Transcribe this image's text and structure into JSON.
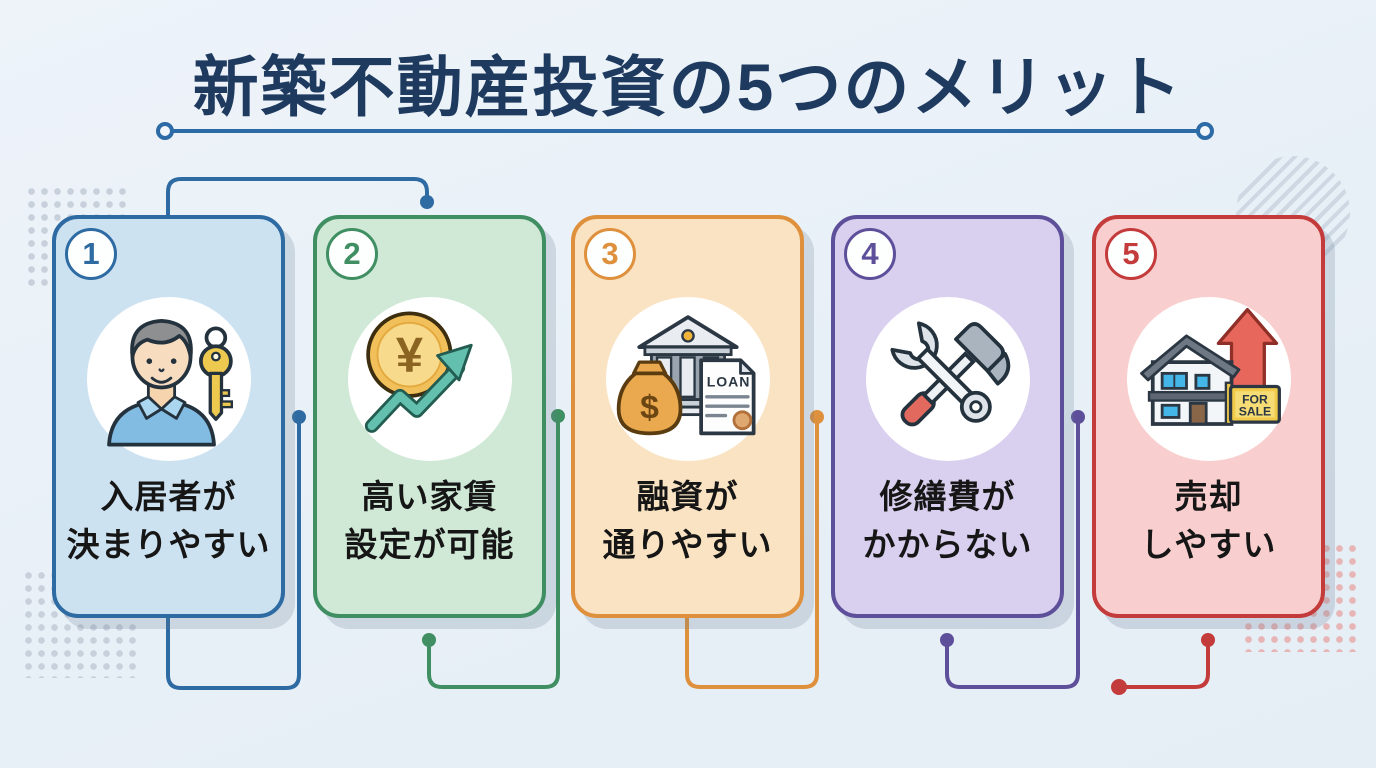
{
  "page": {
    "kind": "infographic",
    "background_color": "#eaf1f8"
  },
  "title": {
    "text": "新築不動産投資の5つのメリット",
    "color": "#1e3a5f",
    "underline_color": "#2c6ba5"
  },
  "cards": [
    {
      "number": "1",
      "label_line1": "入居者が",
      "label_line2": "決まりやすい",
      "icon": "tenant-with-key",
      "accent": "#2e6ba3",
      "fill": "#cde2f1"
    },
    {
      "number": "2",
      "label_line1": "高い家賃",
      "label_line2": "設定が可能",
      "icon": "yen-coin-rising-arrow",
      "accent": "#3f8f63",
      "fill": "#cfe9d6",
      "coin_symbol": "¥"
    },
    {
      "number": "3",
      "label_line1": "融資が",
      "label_line2": "通りやすい",
      "icon": "bank-money-bag-loan-document",
      "accent": "#de903c",
      "fill": "#fae3c2",
      "bag_symbol": "$",
      "document_label": "LOAN"
    },
    {
      "number": "4",
      "label_line1": "修繕費が",
      "label_line2": "かからない",
      "icon": "wrench-and-hammer",
      "accent": "#5e4f9b",
      "fill": "#d9cfee"
    },
    {
      "number": "5",
      "label_line1": "売却",
      "label_line2": "しやすい",
      "icon": "house-for-sale-rising-arrow",
      "accent": "#c43b3b",
      "fill": "#f8cfce",
      "sign_line1": "FOR",
      "sign_line2": "SALE"
    }
  ],
  "connectors": {
    "card1_to_card2_top": "#2e6ba3",
    "card1_bottom_loop": "#2e6ba3",
    "card2_bottom_loop": "#3f8f63",
    "card3_bottom_loop": "#de903c",
    "card4_bottom_loop": "#5e4f9b",
    "card5_bottom_hook": "#c43b3b"
  },
  "decor": {
    "dot_grid_color": "#c7d0db",
    "red_dot_grid_color": "#e7b5b5",
    "striped_circle_color": "#cdd8e3"
  }
}
